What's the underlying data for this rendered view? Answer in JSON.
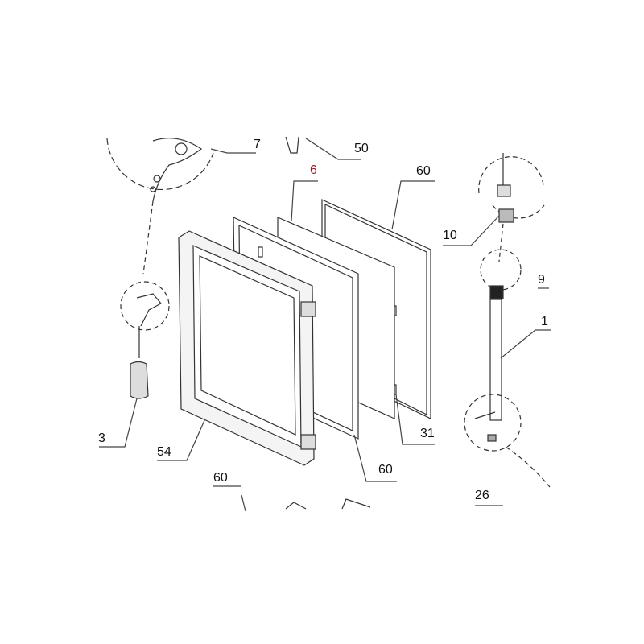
{
  "labels": {
    "l7": "7",
    "l50": "50",
    "l6": "6",
    "l60a": "60",
    "l10": "10",
    "l9": "9",
    "l1": "1",
    "l3": "3",
    "l54": "54",
    "l60b": "60",
    "l31": "31",
    "l60c": "60",
    "l26": "26"
  },
  "colors": {
    "highlight": "#b0141e",
    "line": "#222222"
  }
}
